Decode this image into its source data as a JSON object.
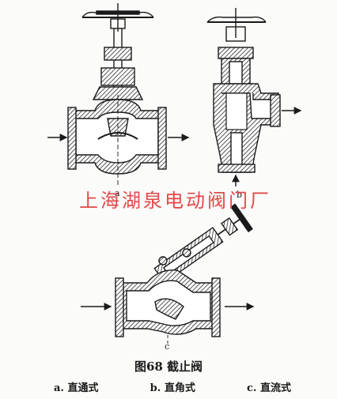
{
  "watermark": "上海湖泉电动阀门厂",
  "figure": {
    "sub_label_a": "a",
    "sub_label_b": "b",
    "sub_label_c": "c",
    "caption": "图68  截止阀",
    "subcaptions": [
      "a. 直通式",
      "b. 直角式",
      "c. 直流式"
    ]
  },
  "colors": {
    "ink": "#1a1a1a",
    "watermark": "#e24a4a",
    "hatch": "#3a3a3a"
  }
}
